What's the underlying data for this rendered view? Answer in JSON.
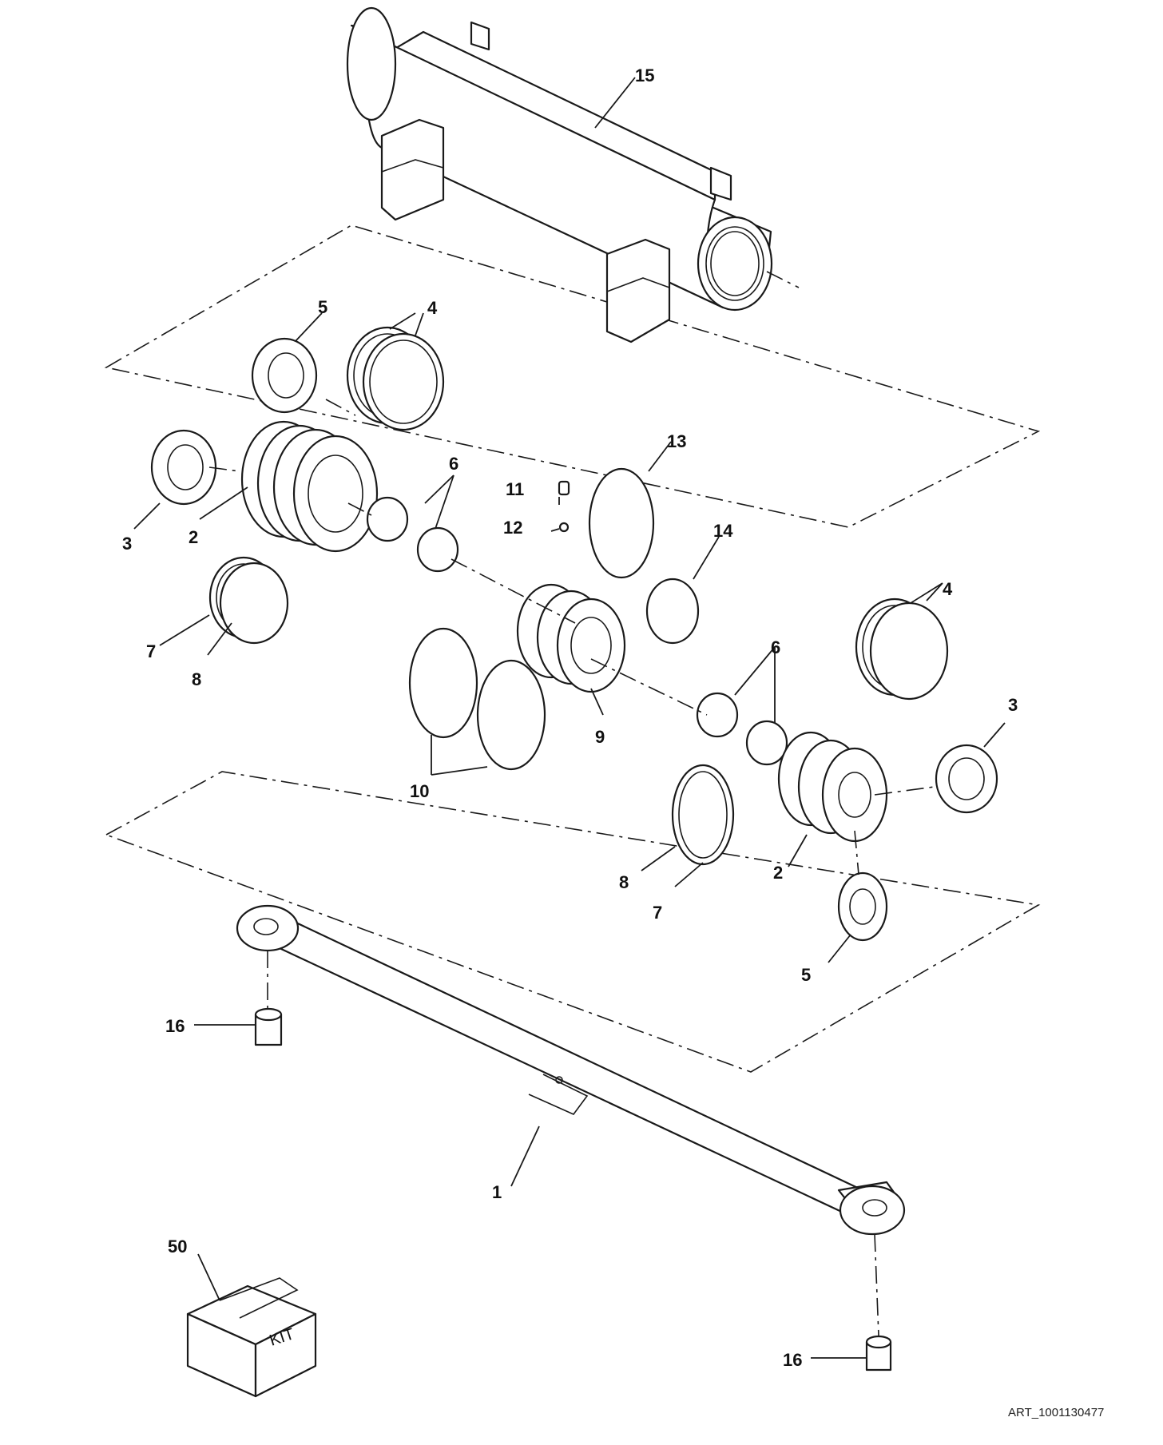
{
  "callouts": {
    "c15": "15",
    "c5_top": "5",
    "c4_top": "4",
    "c3_left": "3",
    "c2_left": "2",
    "c7_left": "7",
    "c8_left": "8",
    "c6_left": "6",
    "c11": "11",
    "c12": "12",
    "c13": "13",
    "c14": "14",
    "c9": "9",
    "c10": "10",
    "c4_right": "4",
    "c6_right": "6",
    "c3_right": "3",
    "c8_right": "8",
    "c7_right": "7",
    "c2_right": "2",
    "c5_right": "5",
    "c16_top": "16",
    "c1": "1",
    "c50": "50",
    "c16_bottom": "16"
  },
  "kit_label": "KIT",
  "art_id": "ART_1001130477"
}
